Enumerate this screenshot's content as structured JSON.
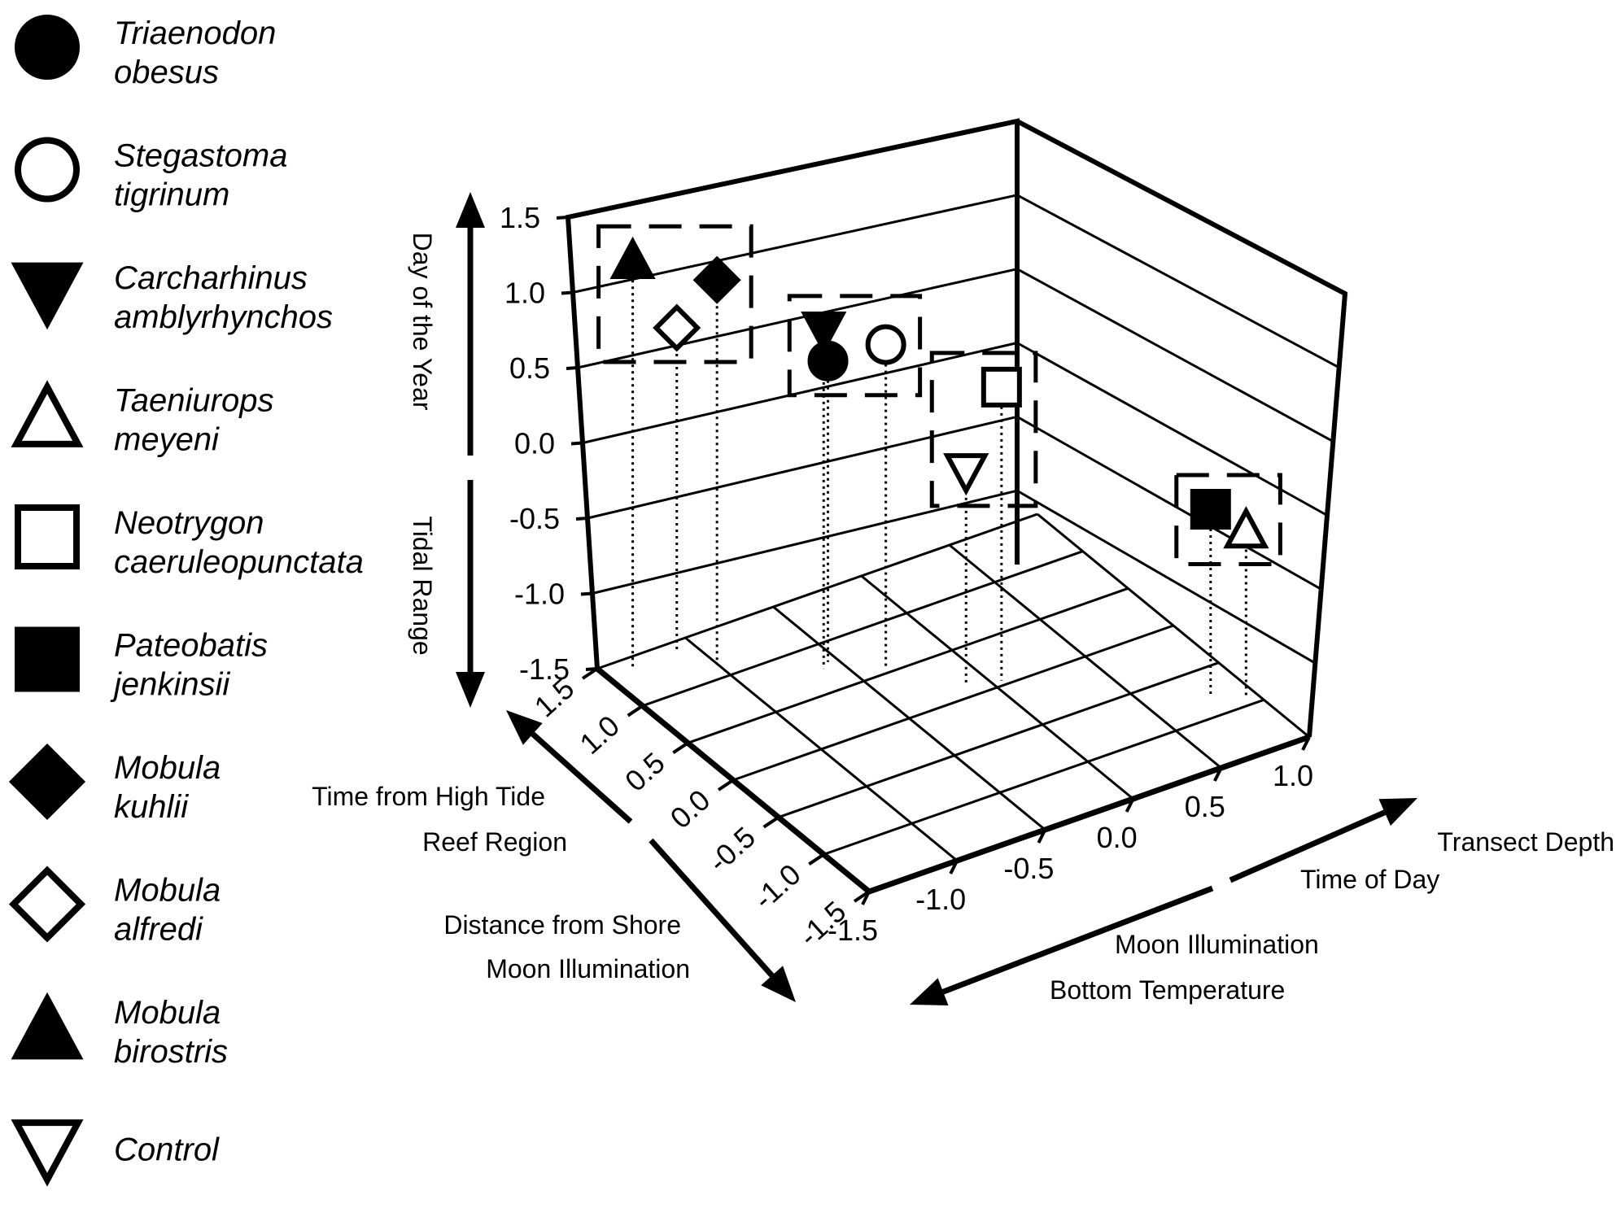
{
  "chart_data": {
    "type": "scatter",
    "dimensions": 3,
    "legend_placement": "left",
    "legend": [
      {
        "name": "Triaenodon obesus",
        "line1": "Triaenodon",
        "line2": "obesus",
        "marker": "circle",
        "filled": true
      },
      {
        "name": "Stegastoma tigrinum",
        "line1": "Stegastoma",
        "line2": "tigrinum",
        "marker": "circle",
        "filled": false
      },
      {
        "name": "Carcharhinus amblyrhynchos",
        "line1": "Carcharhinus",
        "line2": "amblyrhynchos",
        "marker": "triangle-down",
        "filled": true
      },
      {
        "name": "Taeniurops meyeni",
        "line1": "Taeniurops",
        "line2": "meyeni",
        "marker": "triangle-up",
        "filled": false
      },
      {
        "name": "Neotrygon caeruleopunctata",
        "line1": "Neotrygon",
        "line2": "caeruleopunctata",
        "marker": "square",
        "filled": false
      },
      {
        "name": "Pateobatis jenkinsii",
        "line1": "Pateobatis",
        "line2": "jenkinsii",
        "marker": "square",
        "filled": true
      },
      {
        "name": "Mobula kuhlii",
        "line1": "Mobula",
        "line2": "kuhlii",
        "marker": "diamond",
        "filled": true
      },
      {
        "name": "Mobula alfredi",
        "line1": "Mobula",
        "line2": "alfredi",
        "marker": "diamond",
        "filled": false
      },
      {
        "name": "Mobula birostris",
        "line1": "Mobula",
        "line2": "birostris",
        "marker": "triangle-up",
        "filled": true
      },
      {
        "name": "Control",
        "line1": "Control",
        "line2": "",
        "marker": "triangle-down",
        "filled": false
      }
    ],
    "axes": {
      "vertical": {
        "labels": [
          "Day of the Year",
          "Tidal Range"
        ],
        "range": [
          -1.5,
          1.5
        ],
        "ticks": [
          "1.5",
          "1.0",
          "0.5",
          "0.0",
          "-0.5",
          "-1.0",
          "-1.5"
        ]
      },
      "left_depth": {
        "labels": [
          "Time from High Tide",
          "Reef Region",
          "Distance from Shore",
          "Moon Illumination"
        ],
        "range": [
          -1.5,
          1.5
        ],
        "ticks": [
          "1.5",
          "1.0",
          "0.5",
          "0.0",
          "-0.5",
          "-1.0",
          "-1.5"
        ]
      },
      "right_depth": {
        "labels_upper": [
          "Transect Depth",
          "Time of Day"
        ],
        "labels_lower": [
          "Moon Illumination",
          "Bottom Temperature"
        ],
        "range": [
          -1.5,
          1.0
        ],
        "ticks": [
          "-1.5",
          "-1.0",
          "-0.5",
          "0.0",
          "0.5",
          "1.0"
        ]
      }
    },
    "grid": true,
    "points": [
      {
        "species": "Mobula birostris",
        "a": 1.4,
        "b": -1.35,
        "c": 1.2,
        "group": 1
      },
      {
        "species": "Mobula kuhlii",
        "a": 1.15,
        "b": -1.0,
        "c": 1.05,
        "group": 1
      },
      {
        "species": "Mobula alfredi",
        "a": 1.4,
        "b": -1.1,
        "c": 0.65,
        "group": 1
      },
      {
        "species": "Carcharhinus amblyrhynchos",
        "a": 0.75,
        "b": -0.6,
        "c": 0.75,
        "group": 2
      },
      {
        "species": "Stegastoma tigrinum",
        "a": 0.55,
        "b": -0.35,
        "c": 0.65,
        "group": 2
      },
      {
        "species": "Triaenodon obesus",
        "a": 0.8,
        "b": -0.55,
        "c": 0.5,
        "group": 2
      },
      {
        "species": "Neotrygon caeruleopunctata",
        "a": 0.05,
        "b": 0.05,
        "c": 0.45,
        "group": 3
      },
      {
        "species": "Control",
        "a": 0.15,
        "b": -0.1,
        "c": -0.1,
        "group": 3
      },
      {
        "species": "Pateobatis jenkinsii",
        "a": -0.8,
        "b": 0.8,
        "c": -0.25,
        "group": 4
      },
      {
        "species": "Taeniurops meyeni",
        "a": -0.9,
        "b": 0.95,
        "c": -0.4,
        "group": 4
      }
    ]
  }
}
